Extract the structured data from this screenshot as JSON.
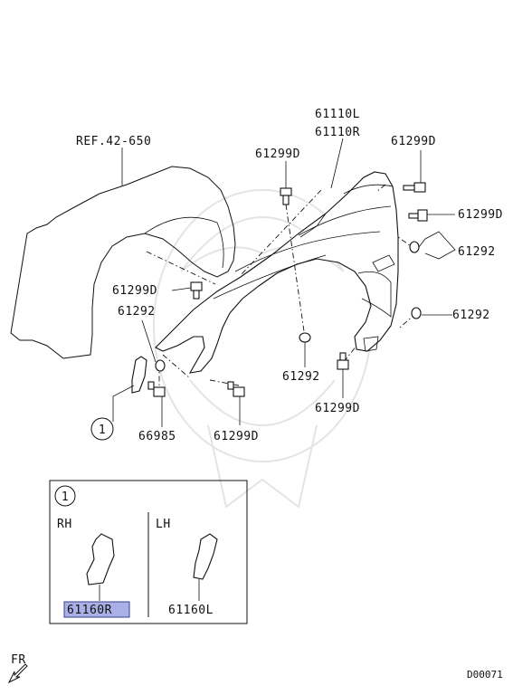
{
  "labels": {
    "ref": "REF.42-650",
    "fender_l": "61110L",
    "fender_r": "61110R",
    "bolt_top_mid": "61299D",
    "bolt_top_right": "61299D",
    "bolt_right": "61299D",
    "clip_right_top": "61292",
    "bolt_left": "61299D",
    "clip_left": "61292",
    "clip_right_low": "61292",
    "clip_center": "61292",
    "bolt_bottom_right": "61299D",
    "bolt_bottom_mid": "61299D",
    "bracket_bolt": "66985",
    "callout_main": "1",
    "callout_box": "1",
    "rh": "RH",
    "lh": "LH",
    "part_rh": "61160R",
    "part_lh": "61160L",
    "fr": "FR",
    "diagram_id": "D00071"
  },
  "colors": {
    "highlight": "#a9b0e6",
    "ink": "#111111"
  }
}
